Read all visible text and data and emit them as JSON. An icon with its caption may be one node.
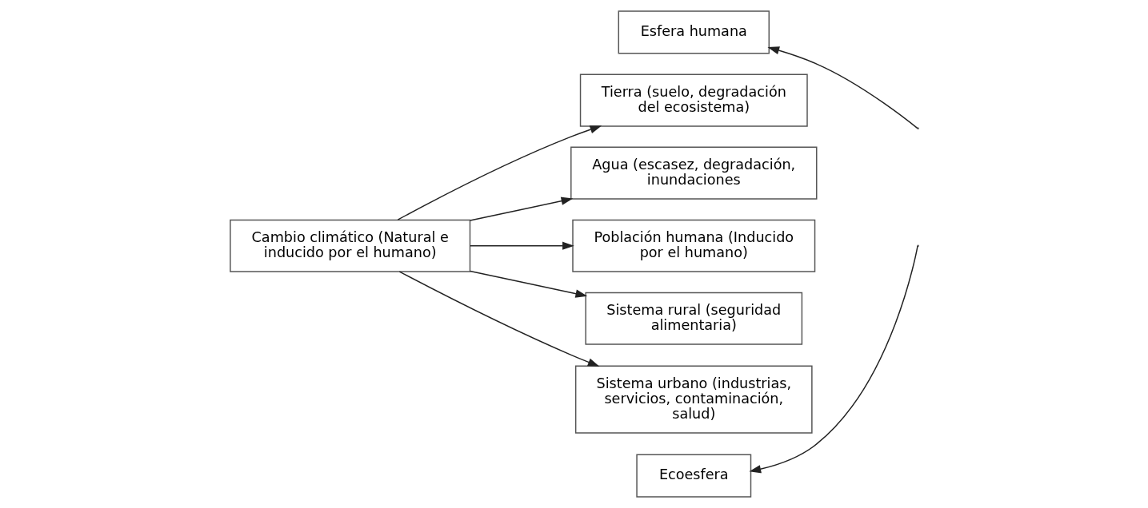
{
  "diagram": {
    "nodes": [
      {
        "text": [
          "Cambio climático (Natural e inducido por el humano)"
        ]
      },
      {
        "text": [
          "Tierra (suelo, degradación del ecosistema)"
        ]
      },
      {
        "text": [
          "Ecoesfera"
        ]
      },
      {
        "text": [
          "Agua (escasez, degradación, inundaciones"
        ]
      },
      {
        "text": [
          "Población humana (Inducido por el humano)"
        ]
      },
      {
        "text": [
          "Sistema rural (seguridad alimentaria)"
        ]
      },
      {
        "text": [
          "Esfera humana"
        ]
      },
      {
        "text": [
          "Sistema urbano (industrias, servicios, contaminación, salud)"
        ]
      }
    ],
    "edges": [
      {
        "from": 0,
        "to": 1,
        "arrow": "to"
      },
      {
        "from": 0,
        "to": 3,
        "arrow": "to"
      },
      {
        "from": 0,
        "to": 4,
        "arrow": "to"
      },
      {
        "from": 0,
        "to": 5,
        "arrow": "to"
      },
      {
        "from": 0,
        "to": 7,
        "arrow": "to"
      },
      {
        "from": null,
        "to": 2,
        "arrow": "to"
      },
      {
        "from": null,
        "to": 6,
        "arrow": "to"
      }
    ]
  }
}
